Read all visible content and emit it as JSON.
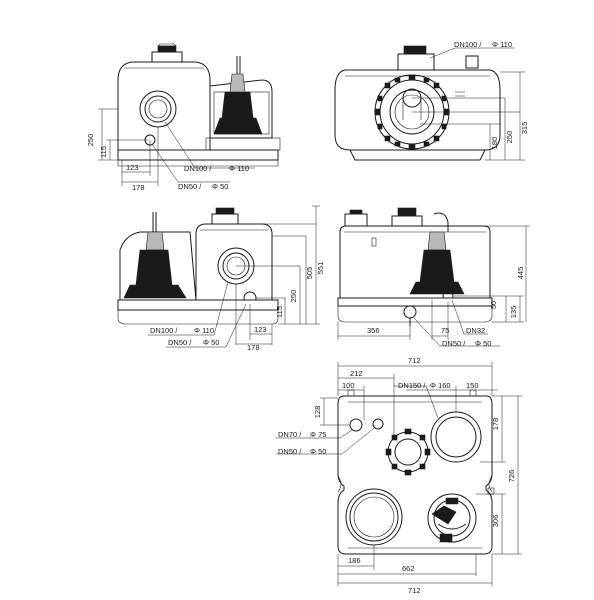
{
  "views": {
    "top_left": {
      "dims": {
        "h250": "250",
        "h115": "115",
        "w123": "123",
        "w178": "178"
      },
      "callouts": {
        "dn100": "DN100 /",
        "d110": "Φ 110",
        "dn50": "DN50 /",
        "d50": "Φ 50"
      }
    },
    "top_right": {
      "dims": {
        "h180": "180",
        "h250": "250",
        "h315": "315"
      },
      "callouts": {
        "dn100": "DN100 /",
        "d110": "Φ 110"
      }
    },
    "mid_left": {
      "dims": {
        "h551": "551",
        "h505": "505",
        "h250": "250",
        "h115": "115",
        "w123": "123",
        "w178": "178"
      },
      "callouts": {
        "dn100": "DN100 /",
        "d110": "Φ 110",
        "dn50": "DN50 /",
        "d50": "Φ 50"
      }
    },
    "mid_right": {
      "dims": {
        "h445": "445",
        "h135": "135",
        "h50": "50",
        "w356": "356",
        "w75": "75"
      },
      "callouts": {
        "dn32": "DN32",
        "dn50": "DN50 /",
        "d50": "Φ 50"
      }
    },
    "bottom": {
      "dims": {
        "w712_top": "712",
        "w212": "212",
        "w100": "100",
        "w150": "150",
        "h128": "128",
        "h178": "178",
        "h726": "726",
        "h306": "306",
        "w186": "186",
        "w662": "662",
        "w712_bottom": "712"
      },
      "callouts": {
        "dn150": "DN150 /",
        "d160": "Φ 160",
        "dn70": "DN70 /",
        "d75": "Φ 75",
        "dn50": "DN50 /",
        "d50": "Φ 50"
      }
    }
  }
}
